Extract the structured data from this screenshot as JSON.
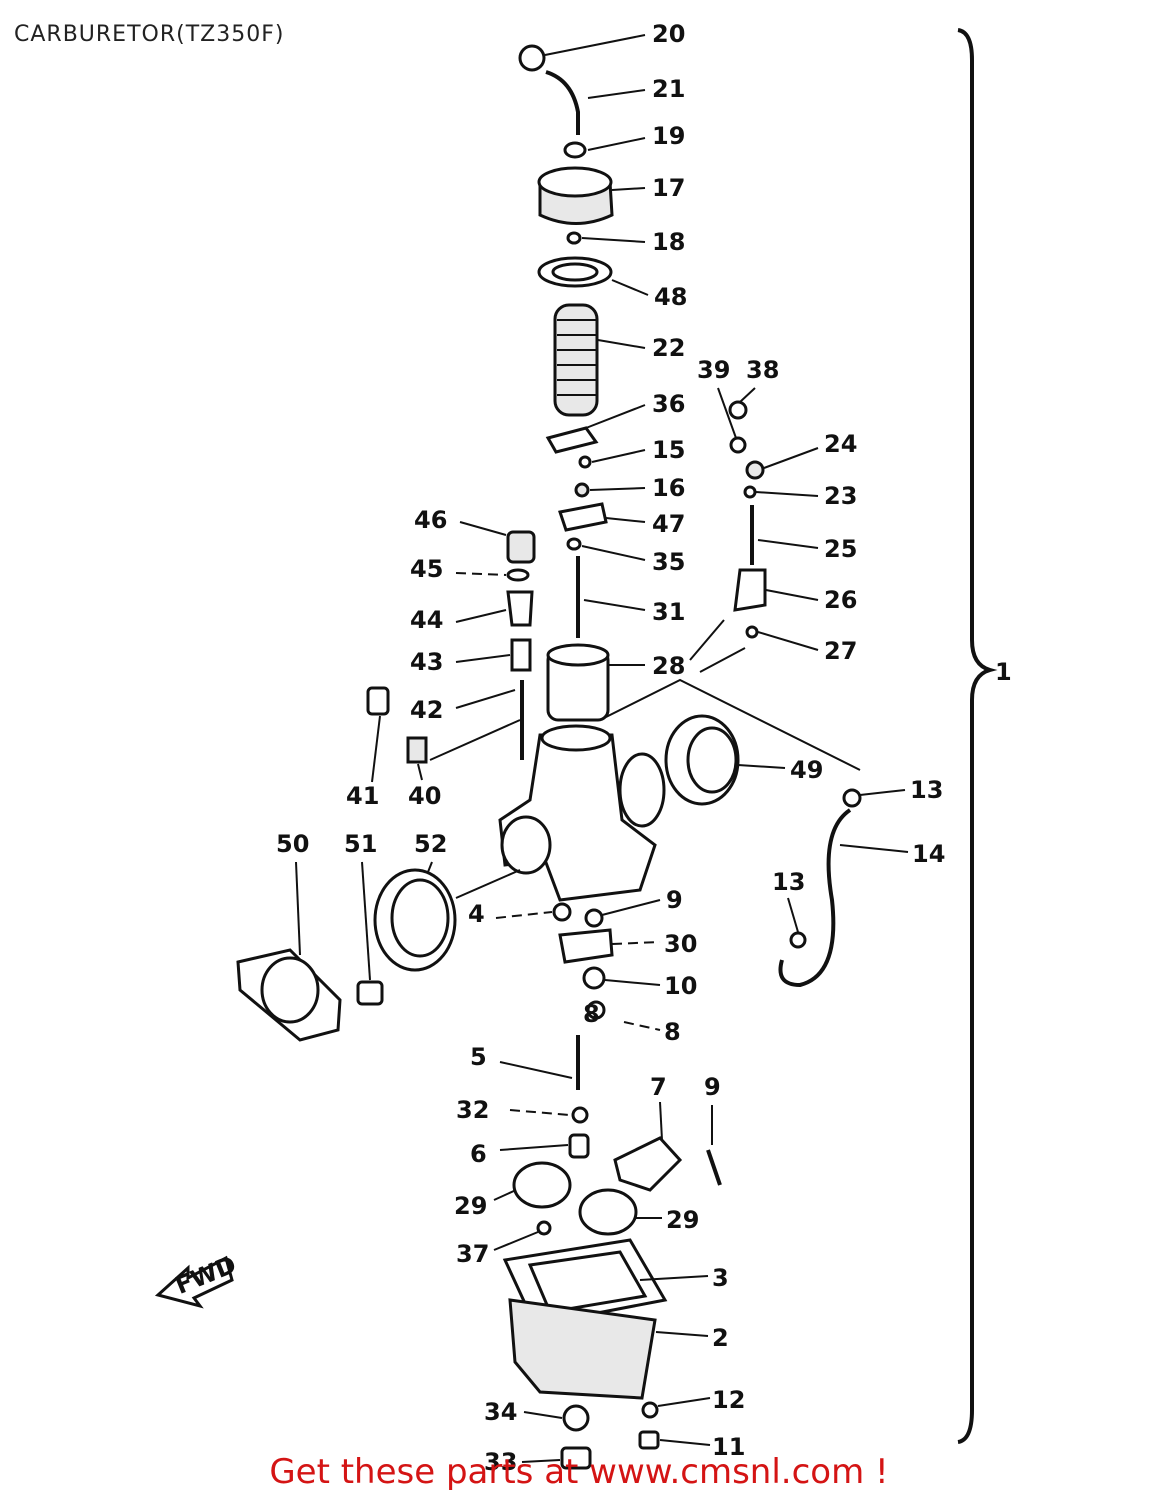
{
  "page": {
    "title": "CARBURETOR(TZ350F)",
    "footer": "Get these parts at www.cmsnl.com !"
  },
  "diagram": {
    "assembly_label": "1",
    "fwd_label": "FWD",
    "callouts": [
      "20",
      "21",
      "19",
      "17",
      "18",
      "48",
      "22",
      "36",
      "15",
      "16",
      "47",
      "35",
      "31",
      "28",
      "39",
      "38",
      "24",
      "23",
      "25",
      "26",
      "27",
      "46",
      "45",
      "44",
      "43",
      "42",
      "41",
      "40",
      "49",
      "13",
      "14",
      "50",
      "51",
      "52",
      "4",
      "9",
      "30",
      "10",
      "8",
      "5",
      "32",
      "6",
      "7",
      "29",
      "37",
      "3",
      "2",
      "34",
      "12",
      "11",
      "33"
    ]
  },
  "colors": {
    "footer_text": "#d41414",
    "line_art": "#111111"
  }
}
